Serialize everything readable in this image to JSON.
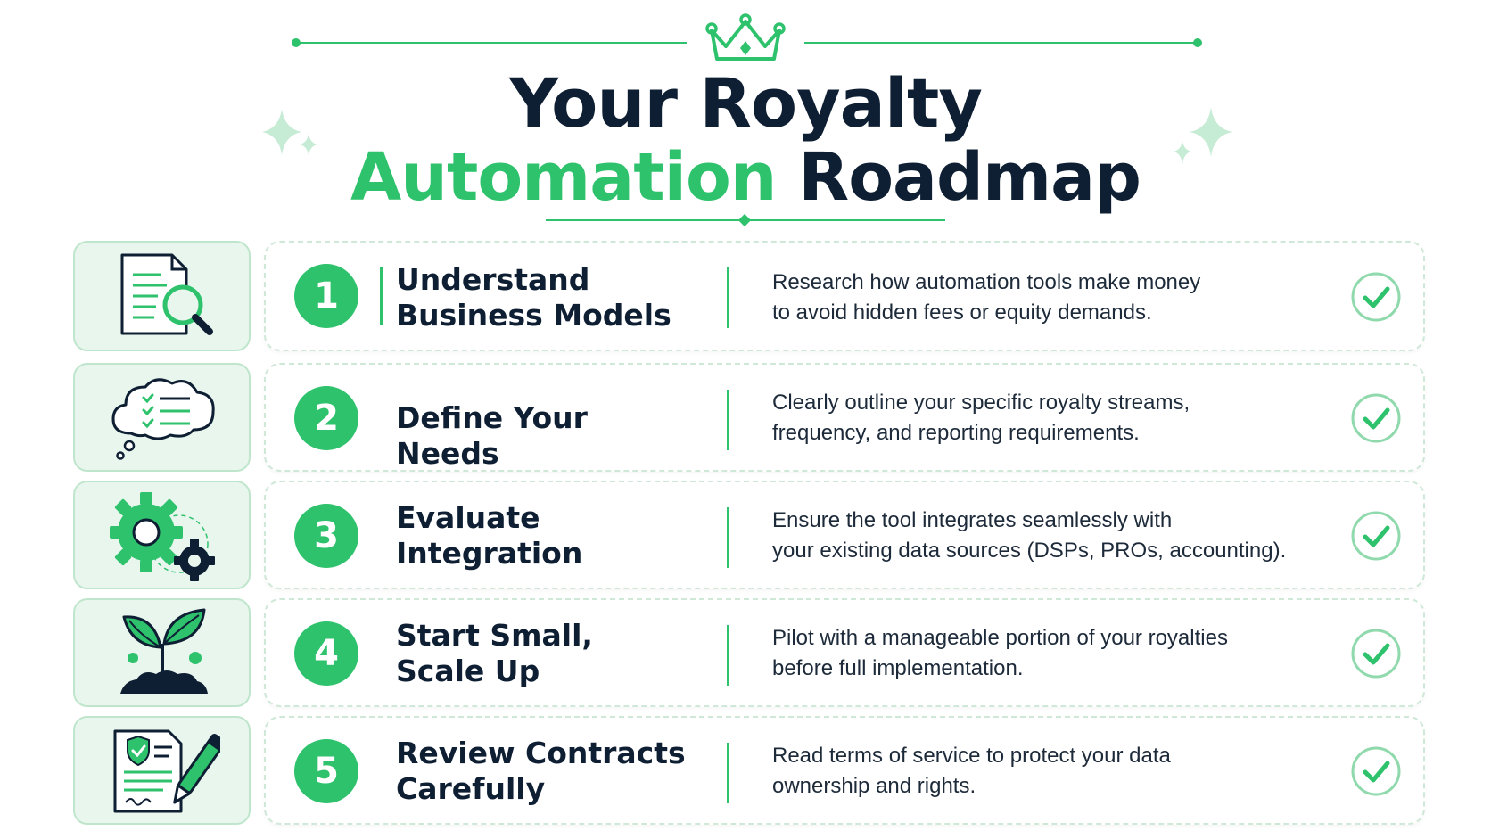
{
  "header": {
    "title_line1": "Your Royalty",
    "title_line2_accent": "Automation",
    "title_line2_rest": "Roadmap"
  },
  "colors": {
    "accent": "#2fc26d",
    "dark": "#0f1f33",
    "icon_bg": "#e9f6ee"
  },
  "steps": [
    {
      "number": "1",
      "title_line1": "Understand",
      "title_line2": "Business Models",
      "desc_line1": "Research how automation tools make money",
      "desc_line2": "to avoid hidden fees or equity demands.",
      "icon": "document-magnifier-icon"
    },
    {
      "number": "2",
      "title_line1": "Define Your Needs",
      "title_line2": "",
      "desc_line1": "Clearly outline your specific royalty streams,",
      "desc_line2": "frequency, and reporting requirements.",
      "icon": "thought-cloud-checklist-icon"
    },
    {
      "number": "3",
      "title_line1": "Evaluate",
      "title_line2": "Integration",
      "desc_line1": "Ensure the tool integrates seamlessly with",
      "desc_line2": "your existing data sources (DSPs, PROs, accounting).",
      "icon": "gears-icon"
    },
    {
      "number": "4",
      "title_line1": "Start Small,",
      "title_line2": "Scale Up",
      "desc_line1": "Pilot with a manageable portion of your royalties",
      "desc_line2": "before full implementation.",
      "icon": "sprout-icon"
    },
    {
      "number": "5",
      "title_line1": "Review Contracts",
      "title_line2": "Carefully",
      "desc_line1": "Read terms of service to protect your data",
      "desc_line2": "ownership and rights.",
      "icon": "contract-pen-icon"
    }
  ]
}
